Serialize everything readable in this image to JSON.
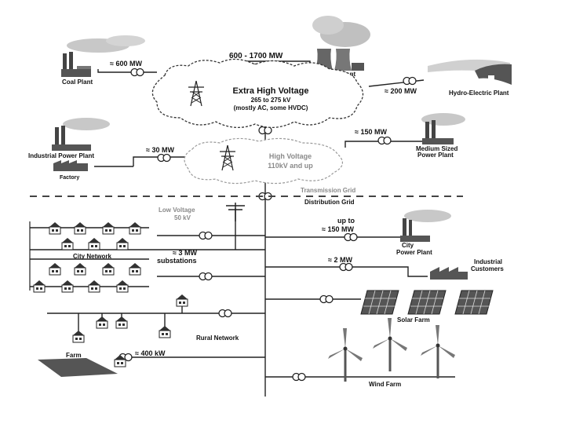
{
  "sources": {
    "coal": {
      "label": "Coal Plant",
      "power": "≈ 600  MW"
    },
    "nuclear": {
      "label": "Nuclear Plant",
      "power": "600 - 1700  MW"
    },
    "hydro": {
      "label": "Hydro-Electric Plant",
      "power": "≈ 200  MW"
    },
    "industrial": {
      "label": "Industrial Power Plant",
      "power": "≈ 30 MW"
    },
    "factory": {
      "label": "Factory"
    },
    "medium": {
      "label_line1": "Medium Sized",
      "label_line2": "Power Plant",
      "power": "≈ 150  MW"
    }
  },
  "ehv": {
    "title": "Extra High Voltage",
    "line2": "265 to 275 kV",
    "line3": "(mostly AC, some HVDC)"
  },
  "hv": {
    "title": "High Voltage",
    "line2": "110kV and up"
  },
  "divider": {
    "top": "Transmission Grid",
    "bottom": "Distribution Grid"
  },
  "distribution": {
    "low_voltage": {
      "line1": "Low Voltage",
      "line2": "50 kV"
    },
    "substations": {
      "line1": "≈ 3  MW",
      "line2": "substations"
    },
    "city_network": "City Network",
    "city_plant": {
      "power_line1": "up to",
      "power_line2": "≈ 150  MW",
      "label_line1": "City",
      "label_line2": "Power Plant"
    },
    "industrial_customers": {
      "power": "≈ 2  MW",
      "label_line1": "Industrial",
      "label_line2": "Customers"
    },
    "solar": "Solar Farm",
    "rural": "Rural Network",
    "farm": {
      "label": "Farm",
      "power": "≈ 400 kW"
    },
    "wind": "Wind Farm"
  },
  "colors": {
    "line": "#222222",
    "smoke": "#bdbdbd",
    "building": "#555555",
    "solar": "#555555"
  }
}
